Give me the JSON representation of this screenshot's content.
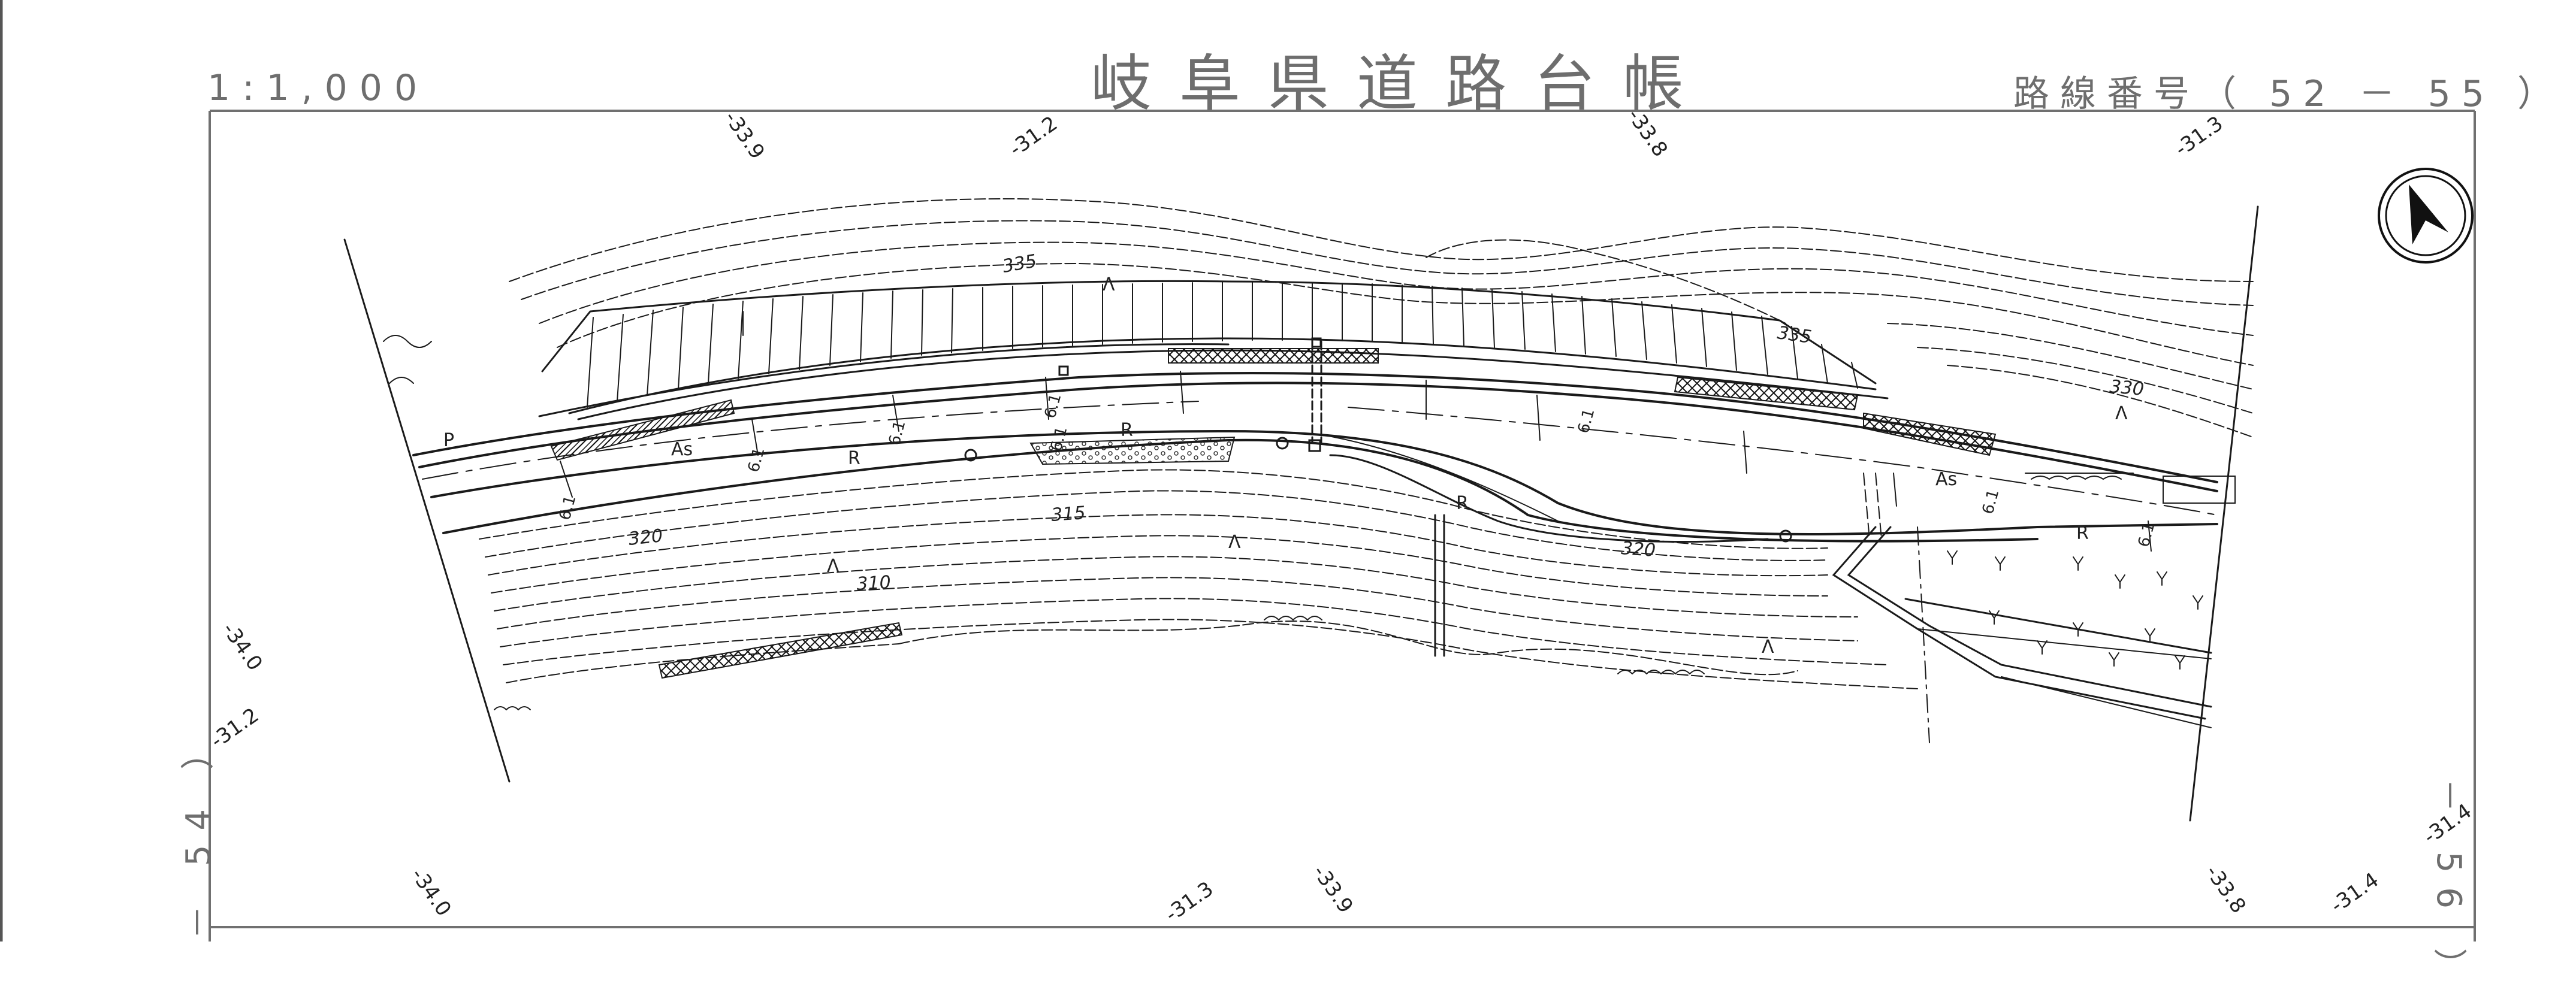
{
  "header": {
    "scale": "1:1,000",
    "title": "岐阜県道路台帳",
    "route_number": "路線番号（ 52 － 55 ）"
  },
  "adjacent_sheets": {
    "previous": "－ 54 ）",
    "next": "－ 56 ）"
  },
  "edge_grid_labels": {
    "top": [
      "-33.9",
      "-31.2",
      "-33.8",
      "-31.3"
    ],
    "left": [
      "-34.0",
      "-31.2"
    ],
    "bottom": [
      "-34.0",
      "-31.3",
      "-33.9",
      "-33.8",
      "-31.4"
    ],
    "right": [
      "-31.4"
    ]
  },
  "contour_labels": [
    "335",
    "335",
    "330",
    "320",
    "320",
    "315",
    "310"
  ],
  "road_labels": {
    "pavement": [
      "As",
      "As"
    ],
    "side_ditch": [
      "R",
      "R",
      "R",
      "R"
    ],
    "slope": [
      "Λ",
      "Λ",
      "Λ",
      "Λ",
      "Λ"
    ],
    "width_marks": [
      "6.1",
      "6.1",
      "6.1",
      "6.1",
      "6.1",
      "6.1",
      "6.1",
      "6.1"
    ],
    "parking": "P"
  },
  "icons": {
    "north_arrow": "north-arrow-icon"
  },
  "colors": {
    "line": "#1a1a1a",
    "frame": "#707070",
    "title_text": "#6e6e6e",
    "background": "#ffffff"
  }
}
